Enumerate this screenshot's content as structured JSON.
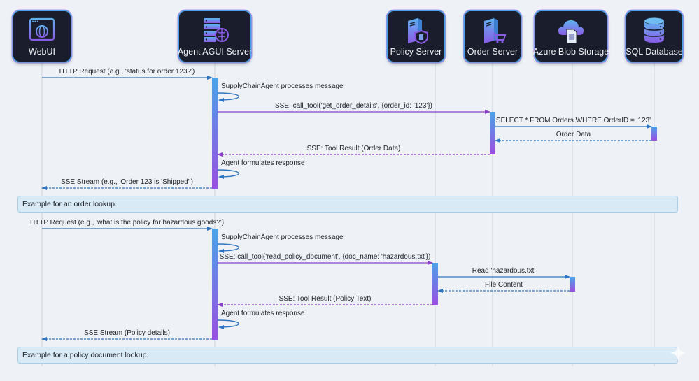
{
  "actors": [
    {
      "id": "webui",
      "label": "WebUI",
      "icon": "browser-globe-icon"
    },
    {
      "id": "agent",
      "label": "Agent AGUI Server",
      "icon": "server-brain-icon"
    },
    {
      "id": "policy",
      "label": "Policy Server",
      "icon": "server-shield-icon"
    },
    {
      "id": "order",
      "label": "Order Server",
      "icon": "server-cart-icon"
    },
    {
      "id": "azure",
      "label": "Azure Blob Storage",
      "icon": "cloud-document-icon"
    },
    {
      "id": "sql",
      "label": "SQL Database",
      "icon": "database-icon"
    }
  ],
  "messages": [
    {
      "from": "webui",
      "to": "agent",
      "label": "HTTP Request (e.g., 'status for order 123?')",
      "style": "solid",
      "color": "#2f74c0"
    },
    {
      "self": "agent",
      "label": "SupplyChainAgent processes message"
    },
    {
      "from": "agent",
      "to": "order",
      "label": "SSE: call_tool('get_order_details', {order_id: '123'})",
      "style": "solid",
      "color": "#8a3fc9"
    },
    {
      "from": "order",
      "to": "sql",
      "label": "SELECT * FROM Orders WHERE OrderID = '123'",
      "style": "solid",
      "color": "#2f74c0"
    },
    {
      "from": "sql",
      "to": "order",
      "label": "Order Data",
      "style": "dashed",
      "color": "#2f74c0"
    },
    {
      "from": "order",
      "to": "agent",
      "label": "SSE: Tool Result (Order Data)",
      "style": "dashed",
      "color": "#8a3fc9"
    },
    {
      "self": "agent",
      "label": "Agent formulates response"
    },
    {
      "from": "agent",
      "to": "webui",
      "label": "SSE Stream (e.g., 'Order 123 is 'Shipped'')",
      "style": "dashed",
      "color": "#2f74c0"
    },
    {
      "note": "Example for an order lookup."
    },
    {
      "from": "webui",
      "to": "agent",
      "label": "HTTP Request (e.g., 'what is the policy for hazardous goods?')",
      "style": "solid",
      "color": "#2f74c0"
    },
    {
      "self": "agent",
      "label": "SupplyChainAgent processes message"
    },
    {
      "from": "agent",
      "to": "policy",
      "label": "SSE: call_tool('read_policy_document', {doc_name: 'hazardous.txt'})",
      "style": "solid",
      "color": "#8a3fc9"
    },
    {
      "from": "policy",
      "to": "azure",
      "label": "Read 'hazardous.txt'",
      "style": "solid",
      "color": "#2f74c0"
    },
    {
      "from": "azure",
      "to": "policy",
      "label": "File Content",
      "style": "dashed",
      "color": "#2f74c0"
    },
    {
      "from": "policy",
      "to": "agent",
      "label": "SSE: Tool Result (Policy Text)",
      "style": "dashed",
      "color": "#8a3fc9"
    },
    {
      "self": "agent",
      "label": "Agent formulates response"
    },
    {
      "from": "agent",
      "to": "webui",
      "label": "SSE Stream (Policy details)",
      "style": "dashed",
      "color": "#2f74c0"
    },
    {
      "note": "Example for a policy document lookup."
    }
  ],
  "colors": {
    "lifeline": "#c9d1da",
    "activation_top": "#4aa3e8",
    "activation_bottom": "#9b4fe0",
    "self_arrow": "#2f74c0"
  }
}
